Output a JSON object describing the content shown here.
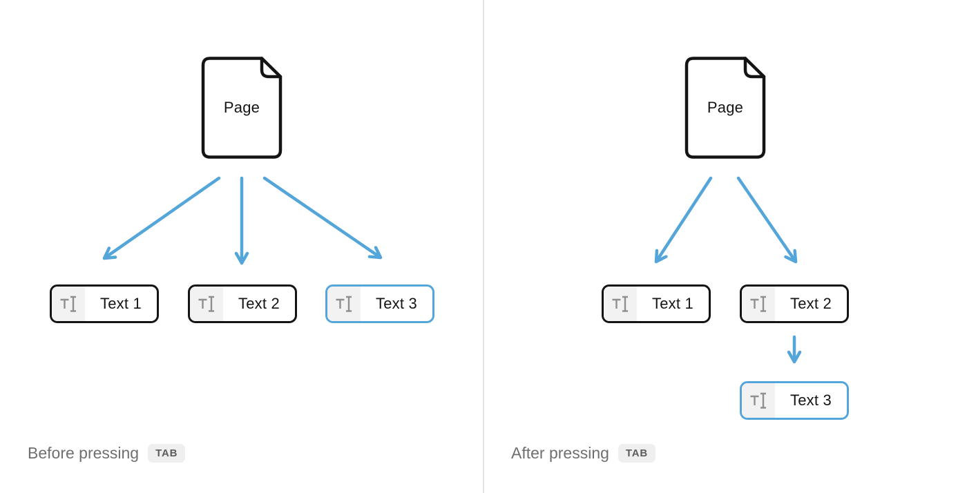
{
  "colors": {
    "arrow_blue": "#54a6da",
    "highlight_blue": "#54a6da",
    "block_border": "#141414",
    "icon_bg": "#f2f2f2",
    "icon_glyph_gray": "#8f8f8f",
    "caption_gray": "#6f6f6f",
    "badge_bg": "#efefef",
    "badge_text": "#5c5c5c",
    "divider_gray": "#e3e3e3"
  },
  "icons": {
    "page": "document-icon",
    "block": "text-cursor-icon",
    "arrow": "arrow-down-icon"
  },
  "diagram": {
    "before": {
      "caption": "Before pressing",
      "key": "TAB",
      "page_label": "Page",
      "blocks": [
        {
          "label": "Text 1",
          "highlighted": false
        },
        {
          "label": "Text 2",
          "highlighted": false
        },
        {
          "label": "Text 3",
          "highlighted": true
        }
      ]
    },
    "after": {
      "caption": "After pressing",
      "key": "TAB",
      "page_label": "Page",
      "blocks": [
        {
          "label": "Text 1",
          "highlighted": false
        },
        {
          "label": "Text 2",
          "highlighted": false
        },
        {
          "label": "Text 3",
          "highlighted": true
        }
      ]
    }
  }
}
